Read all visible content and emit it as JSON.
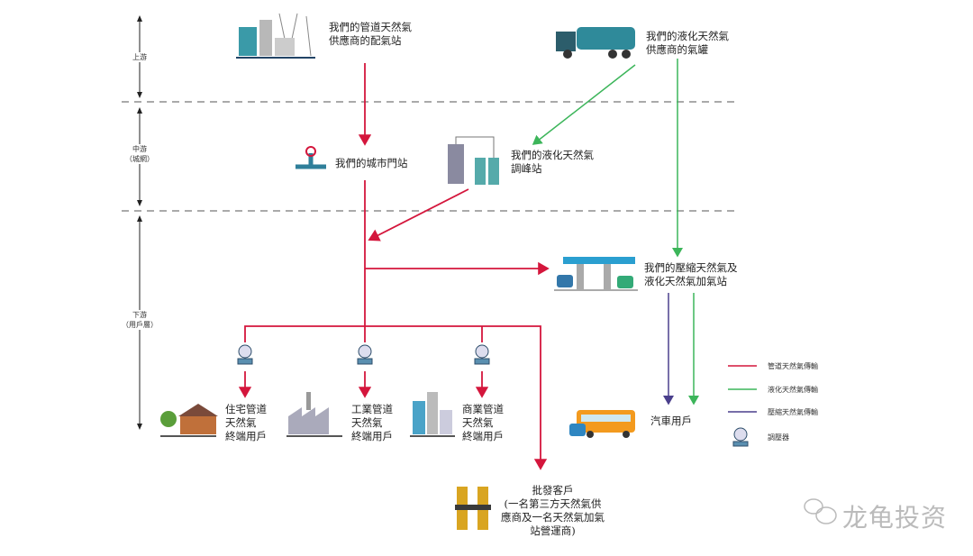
{
  "tiers": {
    "upstream": "上游",
    "midstream": "中游\n（城網）",
    "downstream": "下游\n（用戶層）"
  },
  "nodes": {
    "pipeline_supplier": "我們的管道天然氣\n供應商的配氣站",
    "lng_supplier": "我們的液化天然氣\n供應商的氣罐",
    "city_gate": "我們的城市門站",
    "lng_peak": "我們的液化天然氣\n調峰站",
    "cng_station": "我們的壓縮天然氣及\n液化天然氣加氣站",
    "vehicle_users": "汽車用戶",
    "residential": "住宅管道\n天然氣\n終端用戶",
    "industrial": "工業管道\n天然氣\n終端用戶",
    "commercial": "商業管道\n天然氣\n終端用戶",
    "wholesale": "批發客戶\n(一名第三方天然氣供\n應商及一名天然氣加氣\n站營運商)"
  },
  "legend": {
    "pipeline": "管道天然氣傳輸",
    "lng": "液化天然氣傳輸",
    "cng": "壓縮天然氣傳輸",
    "regulator": "調壓器"
  },
  "colors": {
    "pipeline": "#d4163c",
    "lng": "#3cb55a",
    "cng": "#4a3f8c"
  },
  "watermark": "龙龟投资"
}
